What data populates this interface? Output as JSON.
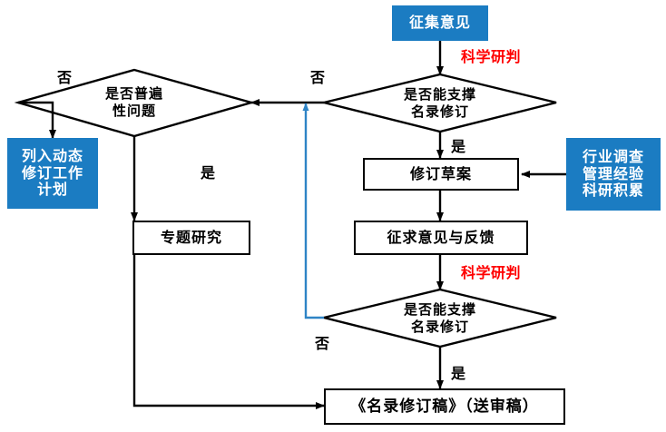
{
  "diagram": {
    "type": "flowchart",
    "title": "",
    "colors": {
      "blue_fill": "#1B7CC2",
      "blue_text": "#FFFFFF",
      "red_annotation": "#FF0000",
      "node_stroke": "#000000",
      "blue_connector": "#2E84C6"
    }
  },
  "nodes": {
    "collect_opinions": {
      "label": "征集意见",
      "shape": "blue-box"
    },
    "decision_support_1": {
      "line1": "是否能支撑",
      "line2": "名录修订",
      "shape": "diamond"
    },
    "decision_common": {
      "line1": "是否普遍",
      "line2": "性问题",
      "shape": "diamond"
    },
    "dynamic_plan": {
      "line1": "列入动态",
      "line2": "修订工作",
      "line3": "计划",
      "shape": "blue-box"
    },
    "special_research": {
      "label": "专题研究",
      "shape": "process"
    },
    "revision_draft": {
      "label": "修订草案",
      "shape": "process"
    },
    "inputs_box": {
      "line1": "行业调查",
      "line2": "管理经验",
      "line3": "科研积累",
      "shape": "blue-box"
    },
    "solicit_feedback": {
      "label": "征求意见与反馈",
      "shape": "process"
    },
    "decision_support_2": {
      "line1": "是否能支撑",
      "line2": "名录修订",
      "shape": "diamond"
    },
    "final_draft": {
      "label": "《名录修订稿》（送审稿）",
      "shape": "process"
    }
  },
  "annotations": {
    "scientific_judgement_top": "科学研判",
    "scientific_judgement_mid": "科学研判"
  },
  "edge_labels": {
    "no_top_right": "否",
    "no_top_left": "否",
    "yes_support_1": "是",
    "yes_common": "是",
    "no_support_2": "否",
    "yes_support_2": "是"
  }
}
